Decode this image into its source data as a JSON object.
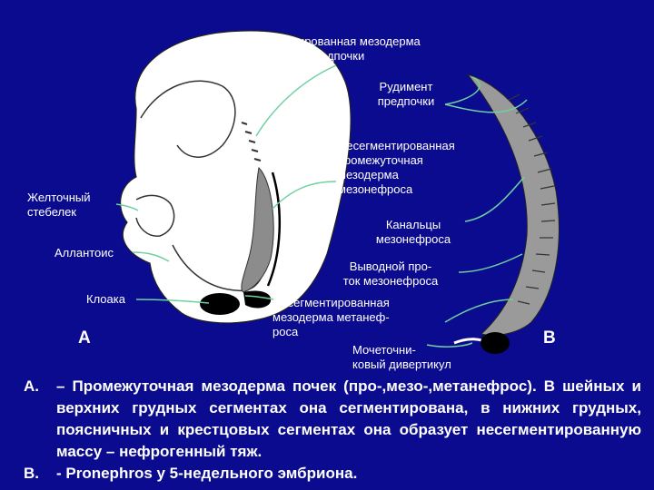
{
  "labels": {
    "segmented_mesoderm": "Сегментированная мезодерма\nпредпочки",
    "rudiment": "Рудимент\nпредпочки",
    "yolk_stalk": "Желточный\nстебелек",
    "unsegmented_mesonephros": "Несегментированная\nпромежуточная\nмезодерма\nмезонефроса",
    "tubules": "Канальцы\nмезонефроса",
    "allantois": "Аллантоис",
    "duct": "Выводной про-\nток мезонефроса",
    "cloaca": "Клоака",
    "unsegmented_metanephros": "Несегментированная\nмезодерма метанеф-\nроса",
    "ureteric_bud": "Мочеточни-\nковый дивертикул",
    "panel_a": "А",
    "panel_b": "В"
  },
  "caption": {
    "item_a_marker": "А.",
    "item_a_text": "– Промежуточная мезодерма почек (про-,мезо-,метанефрос). В шейных и верхних грудных сегментах она сегментирована, в нижних грудных, поясничных и крестцовых сегментах она образует несегментированную массу – нефрогенный тяж.",
    "item_b_marker": "В.",
    "item_b_text": "- Pronephros у 5-недельного эмбриона."
  },
  "colors": {
    "background": "#0b0b8f",
    "embryo_fill": "#ffffff",
    "mesoderm_fill": "#8c8c8c",
    "black_mass": "#000000",
    "pointer_lines": "#6fd0a0"
  }
}
